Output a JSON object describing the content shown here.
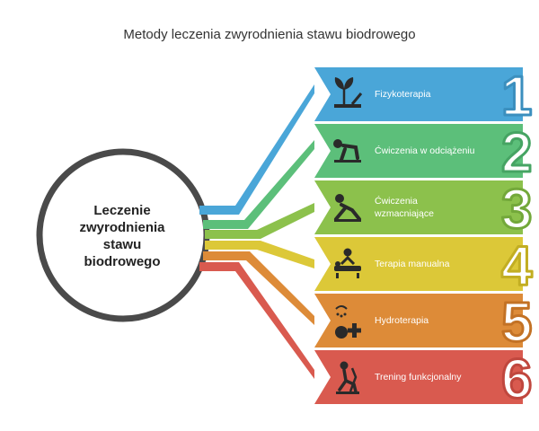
{
  "title": "Metody leczenia zwyrodnienia stawu biodrowego",
  "center": {
    "lines": [
      "Leczenie",
      "zwyrodnienia",
      "stawu",
      "biodrowego"
    ]
  },
  "methods": [
    {
      "number": "1",
      "label": "Fizykoterapia",
      "color": "#4aa6d8",
      "icon": "plant-treatment-icon"
    },
    {
      "number": "2",
      "label": "Ćwiczenia w odciążeniu",
      "color": "#5cbf7a",
      "icon": "exercise-icon"
    },
    {
      "number": "3",
      "label": "Ćwiczenia wzmacniające",
      "color": "#8cc14c",
      "icon": "strength-exercise-icon"
    },
    {
      "number": "4",
      "label": "Terapia manualna",
      "color": "#dcc838",
      "icon": "manual-therapy-icon"
    },
    {
      "number": "5",
      "label": "Hydroterapia",
      "color": "#dd8b38",
      "icon": "hydrotherapy-icon"
    },
    {
      "number": "6",
      "label": "Trening funkcjonalny",
      "color": "#d95a4f",
      "icon": "functional-training-icon"
    }
  ]
}
